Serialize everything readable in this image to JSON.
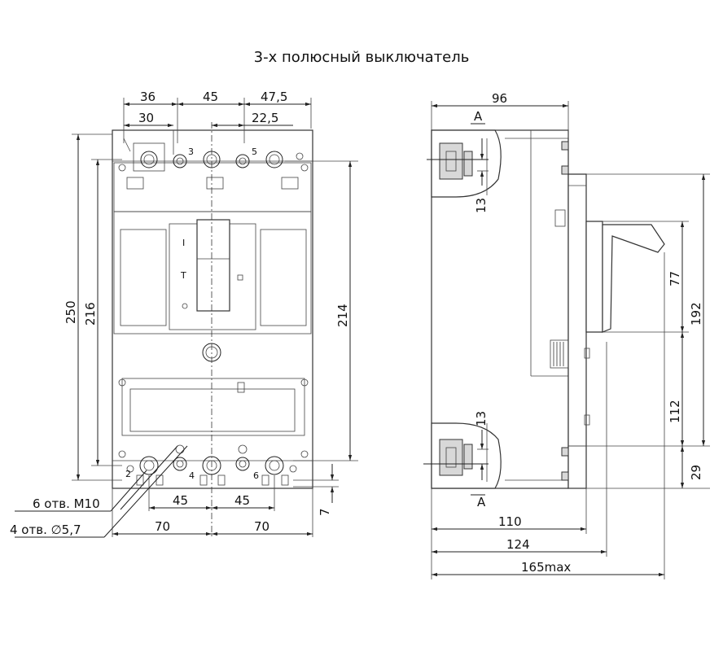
{
  "title": "3-х полюсный выключатель",
  "front_view": {
    "top_dims": {
      "d36": "36",
      "d30": "30",
      "d45": "45",
      "d47_5": "47,5",
      "d22_5": "22,5"
    },
    "left_dims": {
      "d250": "250",
      "d216": "216"
    },
    "right_dims": {
      "d214": "214",
      "d7": "7"
    },
    "bottom_dims": {
      "d45a": "45",
      "d45b": "45",
      "d70a": "70",
      "d70b": "70"
    },
    "terminal_marks": {
      "t2": "2",
      "t3": "3",
      "t4": "4",
      "t5": "5",
      "t6": "6"
    },
    "callouts": {
      "holes_m10": "6 отв. М10",
      "holes_57": "4 отв. ∅5,7"
    }
  },
  "side_view": {
    "dims": {
      "d96": "96",
      "d13a": "13",
      "d13b": "13",
      "d77": "77",
      "d192": "192",
      "d112": "112",
      "d29": "29",
      "d110": "110",
      "d124": "124",
      "d165": "165max"
    },
    "section_marks": {
      "a_top": "A",
      "a_bottom": "A"
    }
  }
}
